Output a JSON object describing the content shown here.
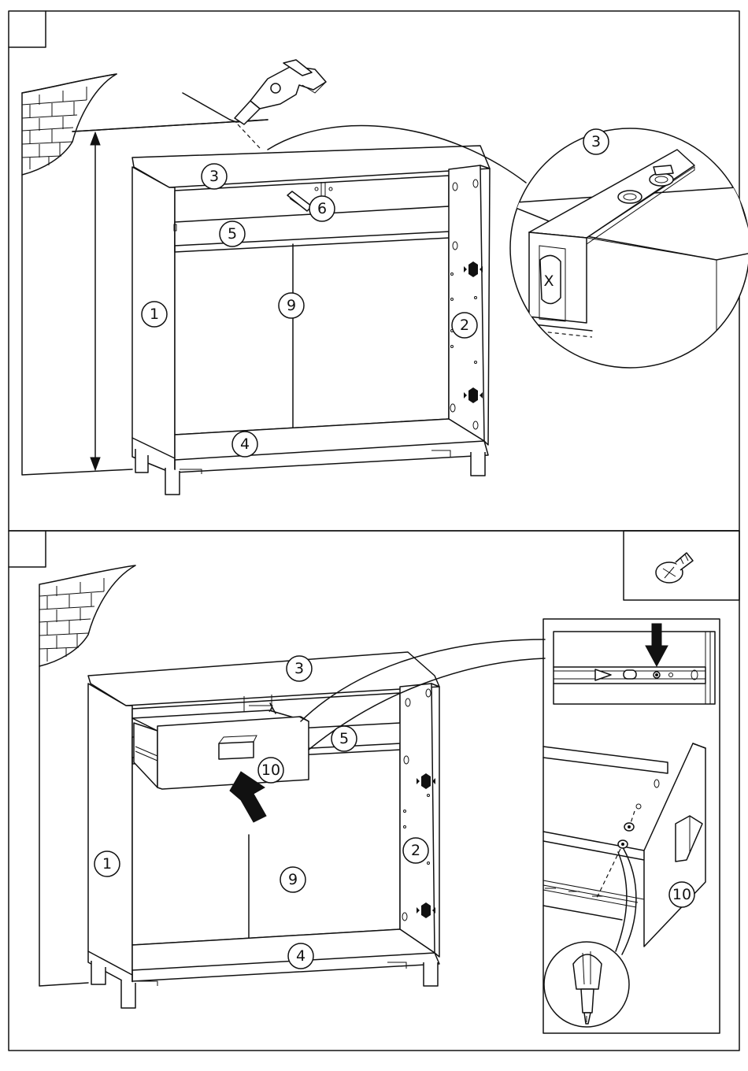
{
  "steps": [
    {
      "labels": {
        "side_left": "1",
        "side_right": "2",
        "top": "3",
        "bottom": "4",
        "shelf": "5",
        "rail": "6",
        "back": "9"
      },
      "detail_label": "3",
      "detail_mark": "X"
    },
    {
      "labels": {
        "side_left": "1",
        "side_right": "2",
        "top": "3",
        "bottom": "4",
        "shelf": "5",
        "back": "9",
        "drawer": "10"
      },
      "detail_label": "10"
    }
  ],
  "icons": [
    "drill-icon",
    "screw-icon",
    "screwdriver-icon",
    "brick-wall-icon",
    "arrow-icon"
  ]
}
